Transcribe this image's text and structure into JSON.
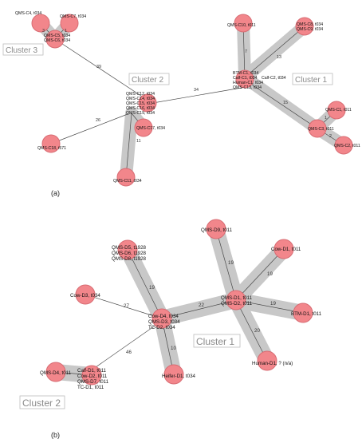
{
  "panel_a": {
    "panel_label": "(a)",
    "clusters": [
      "Cluster 3",
      "Cluster 2",
      "Cluster 1"
    ],
    "nodes": [
      "QMS-C4, t034",
      "QMS-C7, t034",
      "QMS-C5, t034",
      "QMS-C6, t034",
      "QMS-C10, t011",
      "QMS-C8, t034",
      "QMS-C9, t034",
      "BTM-C1, t034",
      "Calf-C1, t034",
      "Calf-C2, t034",
      "Human-C1, t034",
      "QMS-C13, t034",
      "QMS-C12, t034",
      "QMS-C14, t034",
      "QMS-C15, t034",
      "QMS-C16, t034",
      "QMS-C19, t034",
      "QMS-C17, t034",
      "QMS-C18, t571",
      "QMS-C11, t034",
      "QMS-C1, t011",
      "QMS-C3, t011",
      "QMS-C2, t011"
    ],
    "edge_weights": [
      "3",
      "1",
      "39",
      "34",
      "7",
      "13",
      "15",
      "26",
      "11",
      "1",
      "2"
    ]
  },
  "panel_b": {
    "panel_label": "(b)",
    "clusters": [
      "Cluster 1",
      "Cluster 2"
    ],
    "nodes": [
      "QMS-D9, t011",
      "QMS-D5, t1928",
      "QMS-D6, t1928",
      "QMS-D8, t1928",
      "Cow-D1, t011",
      "Cow-D3, t034",
      "QMS-D1, t011",
      "QMS-D2, t011",
      "Cow-D4, t034",
      "QMS-D3, t034",
      "TC-D2, t034",
      "BTM-D1, t011",
      "Human-D1, ? (n/a)",
      "Heifer-D1, t034",
      "QMS-D4, t011",
      "Calf-D1, t011",
      "Cow-D2, t011",
      "QMS-D7, t011",
      "TC-D1, t011"
    ],
    "edge_weights": [
      "19",
      "19",
      "19",
      "27",
      "22",
      "19",
      "20",
      "10",
      "46"
    ]
  }
}
